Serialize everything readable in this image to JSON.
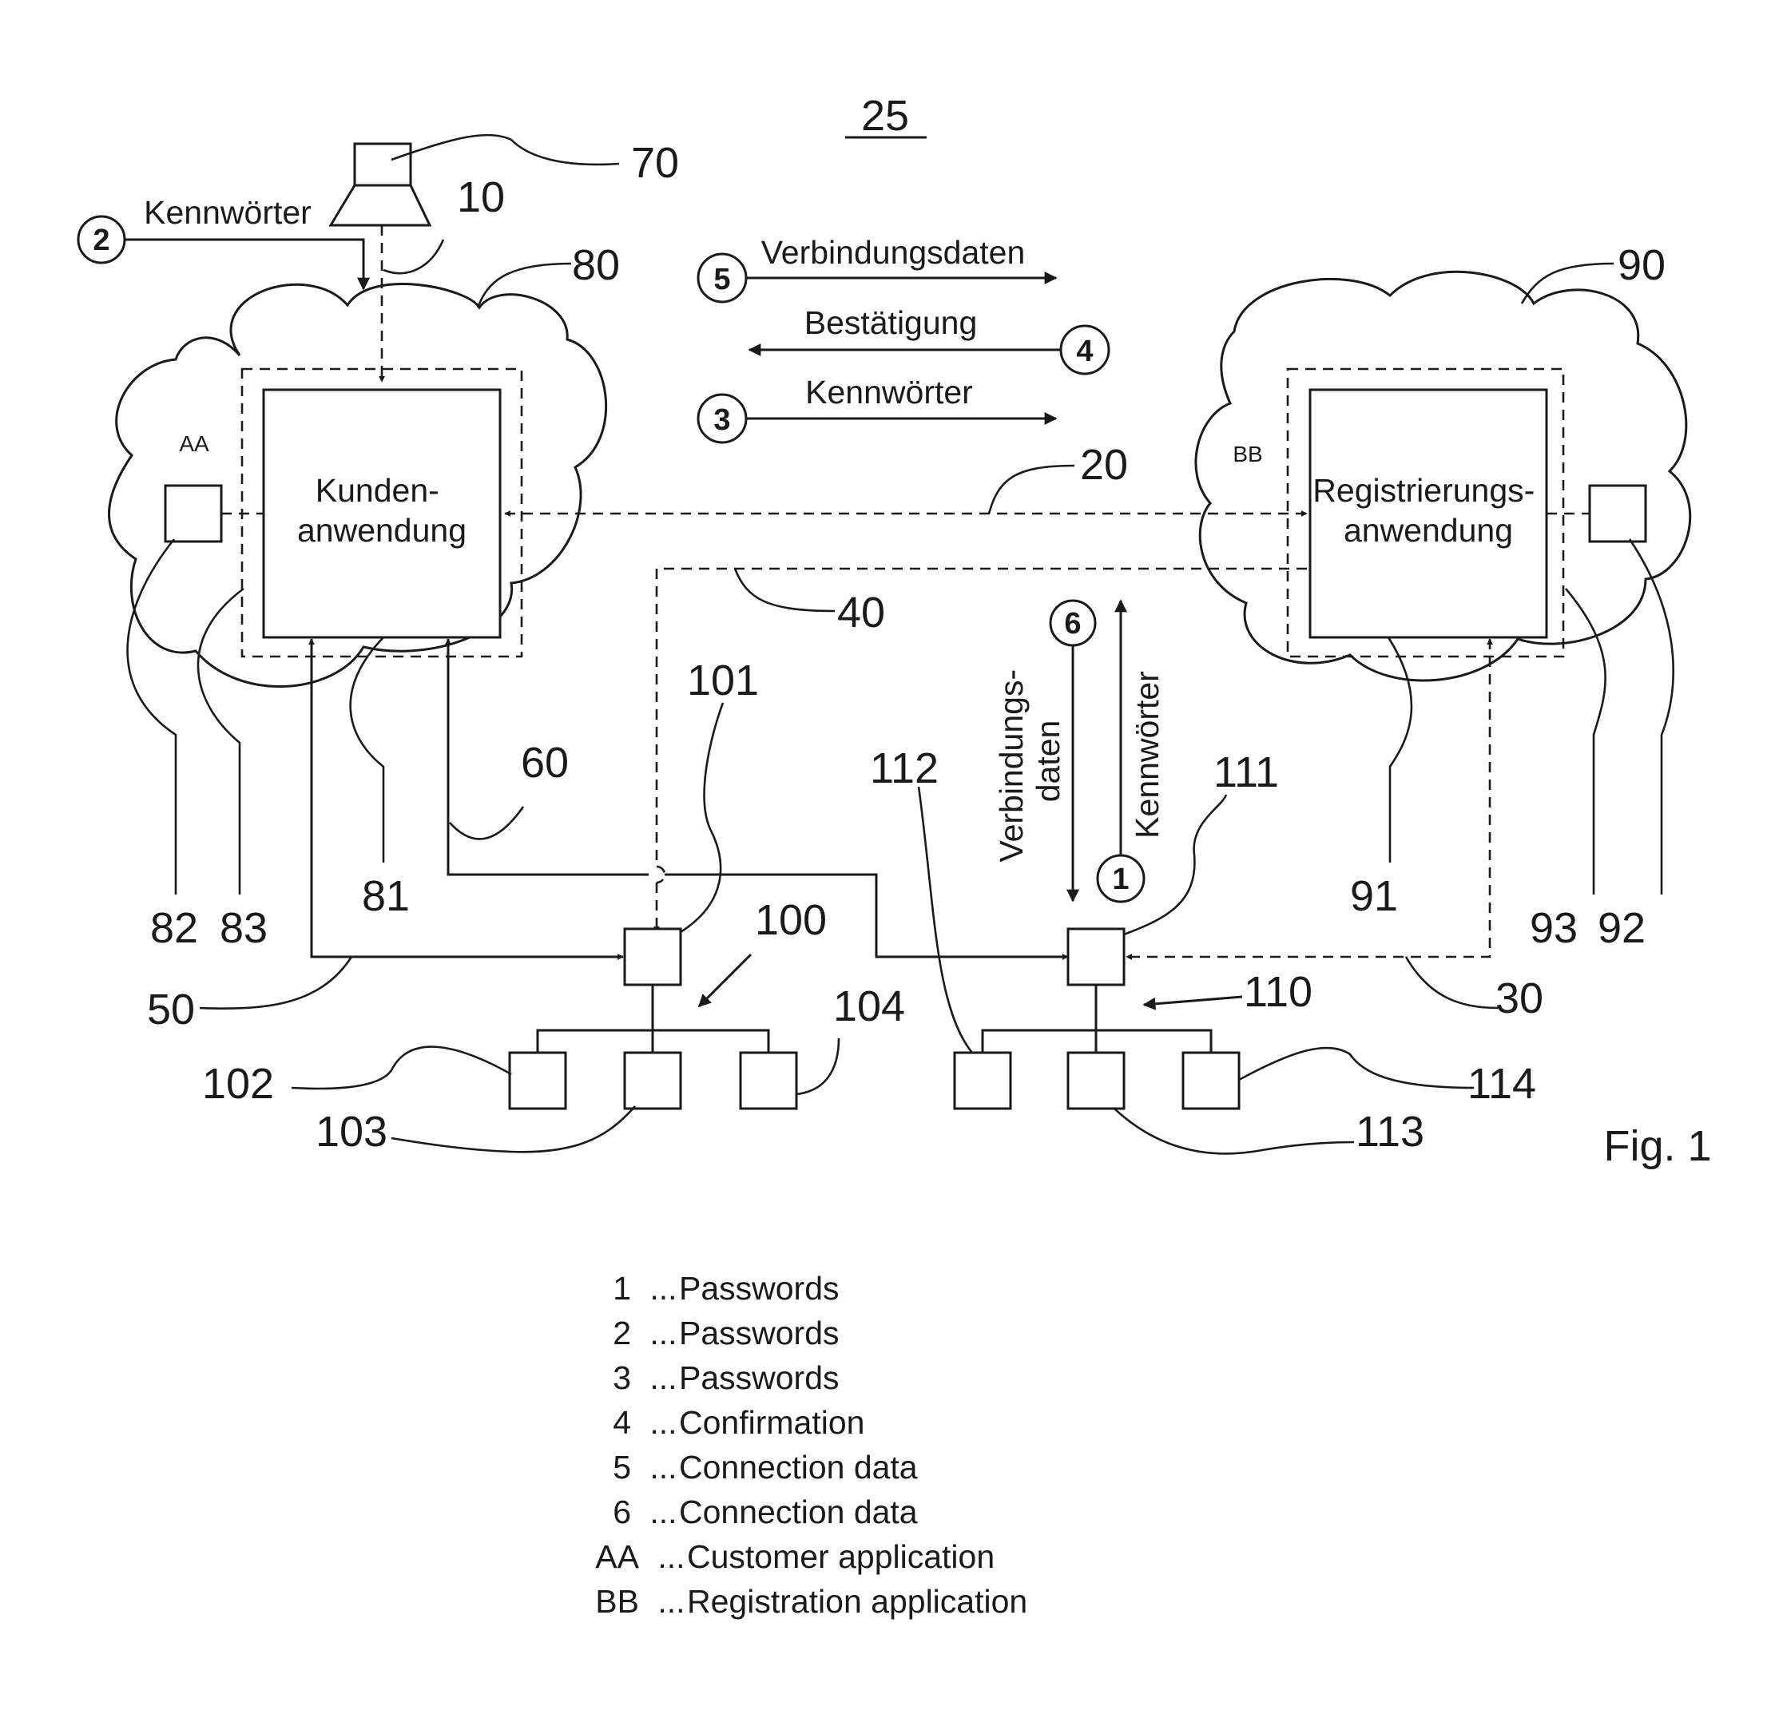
{
  "figure_ref": "25",
  "figure_label": "Fig. 1",
  "boxes": {
    "customer_app": [
      "Kunden-",
      "anwendung"
    ],
    "registration_app": [
      "Registrierungs-",
      "anwendung"
    ]
  },
  "cloud_tags": {
    "left": "AA",
    "right": "BB"
  },
  "flows": {
    "f1": {
      "step": "1",
      "label": "Kennwörter"
    },
    "f2": {
      "step": "2",
      "label": "Kennwörter"
    },
    "f3": {
      "step": "3",
      "label": "Kennwörter"
    },
    "f4": {
      "step": "4",
      "label": "Bestätigung"
    },
    "f5": {
      "step": "5",
      "label": "Verbindungsdaten"
    },
    "f6": {
      "step": "6",
      "label": [
        "Verbindungs-",
        "daten"
      ]
    }
  },
  "refs": {
    "r10": "10",
    "r20": "20",
    "r30": "30",
    "r40": "40",
    "r50": "50",
    "r60": "60",
    "r70": "70",
    "r80": "80",
    "r81": "81",
    "r82": "82",
    "r83": "83",
    "r90": "90",
    "r91": "91",
    "r92": "92",
    "r93": "93",
    "r100": "100",
    "r101": "101",
    "r102": "102",
    "r103": "103",
    "r104": "104",
    "r110": "110",
    "r111": "111",
    "r112": "112",
    "r113": "113",
    "r114": "114"
  },
  "legend": [
    {
      "key": "1",
      "text": "Passwords"
    },
    {
      "key": "2",
      "text": "Passwords"
    },
    {
      "key": "3",
      "text": "Passwords"
    },
    {
      "key": "4",
      "text": "Confirmation"
    },
    {
      "key": "5",
      "text": "Connection data"
    },
    {
      "key": "6",
      "text": "Connection data"
    },
    {
      "key": "AA",
      "text": "Customer application"
    },
    {
      "key": "BB",
      "text": "Registration application"
    }
  ]
}
